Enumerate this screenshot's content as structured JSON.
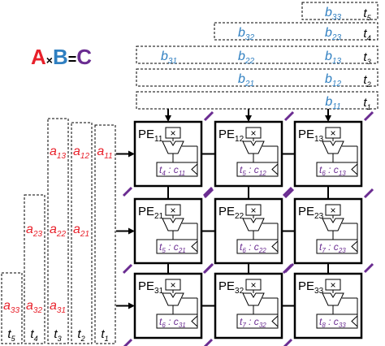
{
  "title": {
    "a": "A",
    "times": "×",
    "b": "B",
    "eq": "=",
    "c": "C"
  },
  "colors": {
    "a": "#e8202a",
    "b": "#2f7fc1",
    "c": "#6a2c91",
    "line": "#000000",
    "dash": "#6a2c91"
  },
  "b_rows": [
    {
      "time": "5",
      "items": [
        {
          "base": "b",
          "sub": "33"
        }
      ]
    },
    {
      "time": "4",
      "items": [
        {
          "base": "b",
          "sub": "32"
        },
        {
          "base": "b",
          "sub": "23"
        }
      ]
    },
    {
      "time": "3",
      "items": [
        {
          "base": "b",
          "sub": "31"
        },
        {
          "base": "b",
          "sub": "22"
        },
        {
          "base": "b",
          "sub": "13"
        }
      ]
    },
    {
      "time": "2",
      "items": [
        {
          "base": "b",
          "sub": "21"
        },
        {
          "base": "b",
          "sub": "12"
        }
      ]
    },
    {
      "time": "1",
      "items": [
        {
          "base": "b",
          "sub": "11"
        }
      ]
    }
  ],
  "a_cols": [
    {
      "time": "5",
      "items": [
        {
          "base": "a",
          "sub": "33"
        }
      ]
    },
    {
      "time": "4",
      "items": [
        {
          "base": "a",
          "sub": "32"
        },
        {
          "base": "a",
          "sub": "23"
        }
      ]
    },
    {
      "time": "3",
      "items": [
        {
          "base": "a",
          "sub": "31"
        },
        {
          "base": "a",
          "sub": "22"
        },
        {
          "base": "a",
          "sub": "13"
        }
      ]
    },
    {
      "time": "2",
      "items": [
        {
          "base": "a",
          "sub": "21"
        },
        {
          "base": "a",
          "sub": "12"
        }
      ]
    },
    {
      "time": "1",
      "items": [
        {
          "base": "a",
          "sub": "11"
        }
      ]
    }
  ],
  "time_base": "t",
  "pe_label": "PE",
  "multiply_symbol": "×",
  "pes": [
    {
      "sub": "11",
      "t": "4",
      "c": "11"
    },
    {
      "sub": "12",
      "t": "5",
      "c": "12"
    },
    {
      "sub": "13",
      "t": "6",
      "c": "13"
    },
    {
      "sub": "21",
      "t": "5",
      "c": "21"
    },
    {
      "sub": "22",
      "t": "6",
      "c": "22"
    },
    {
      "sub": "23",
      "t": "7",
      "c": "23"
    },
    {
      "sub": "31",
      "t": "6",
      "c": "31"
    },
    {
      "sub": "32",
      "t": "7",
      "c": "32"
    },
    {
      "sub": "33",
      "t": "8",
      "c": "33"
    }
  ]
}
